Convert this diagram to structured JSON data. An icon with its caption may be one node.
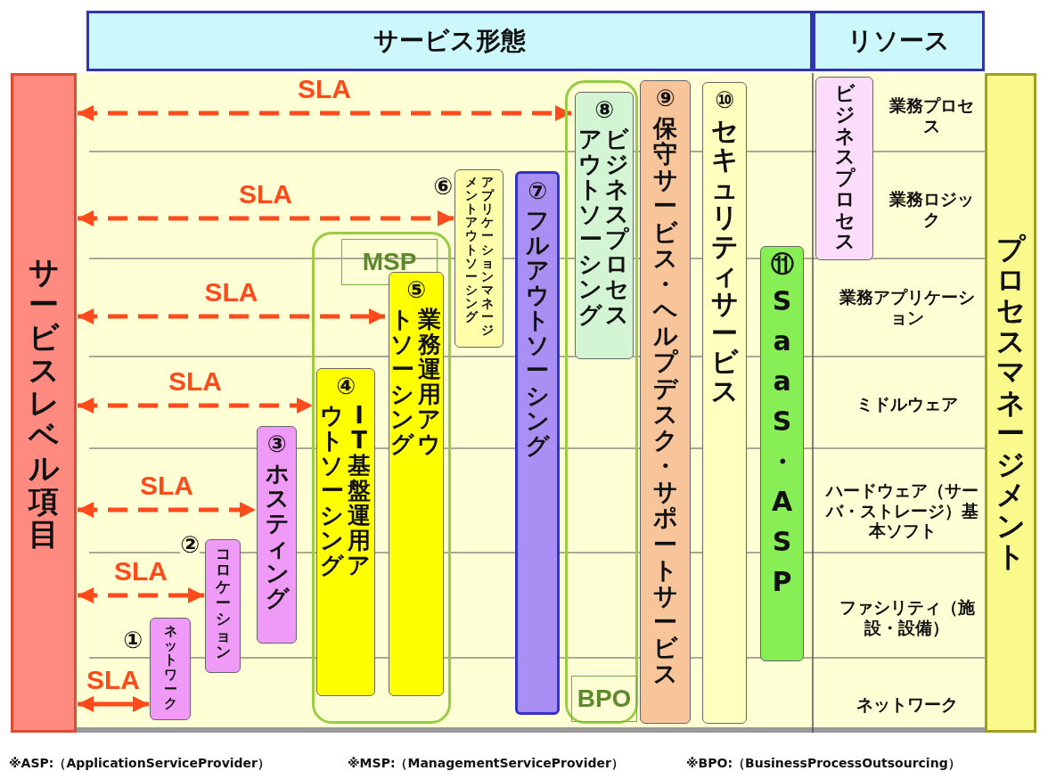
{
  "diagram": {
    "nodes": [
      {
        "text": [
          "サービス形態"
        ]
      },
      {
        "text": [
          "リソース"
        ]
      },
      {
        "text": [
          "サービスレベル項目"
        ]
      },
      {
        "text": [
          "プロセスマネージメント"
        ]
      },
      {
        "text": [
          "MSP"
        ]
      },
      {
        "text": [
          "BPO"
        ]
      },
      {
        "text": [
          "ネットワーク"
        ],
        "beside": [
          "①"
        ]
      },
      {
        "text": [
          "コロケーション"
        ],
        "beside": [
          "②"
        ]
      },
      {
        "text": [
          "③",
          "ホスティング"
        ]
      },
      {
        "text": [
          "④",
          "IT基盤運用アウトソーシング"
        ],
        "in": 4
      },
      {
        "text": [
          "⑤",
          "業務運用アウトソーシング"
        ],
        "in": 4
      },
      {
        "text": [
          "アプリケーションマネージメントアウトソーシング"
        ],
        "beside": [
          "⑥"
        ]
      },
      {
        "text": [
          "⑦",
          "フルアウトソーシング"
        ]
      },
      {
        "text": [
          "⑧",
          "ビジネスプロセスアウトソーシング"
        ],
        "in": 5
      },
      {
        "text": [
          "⑨",
          "保守サービス・ヘルプデスク・サポートサービス"
        ]
      },
      {
        "text": [
          "⑩",
          "セキュリティサービス"
        ]
      },
      {
        "text": [
          "⑪",
          "SaaS・ASP"
        ]
      },
      {
        "text": [
          "ビジネスプロセス"
        ]
      }
    ],
    "edges": [
      {
        "from": 2,
        "to": 13,
        "arrow": "both",
        "label": "SLA",
        "style": "dashed"
      },
      {
        "from": 2,
        "to": 11,
        "arrow": "both",
        "label": "SLA",
        "style": "dashed"
      },
      {
        "from": 2,
        "to": 10,
        "arrow": "both",
        "label": "SLA",
        "style": "dashed"
      },
      {
        "from": 2,
        "to": 9,
        "arrow": "both",
        "label": "SLA",
        "style": "dashed"
      },
      {
        "from": 2,
        "to": 8,
        "arrow": "both",
        "label": "SLA",
        "style": "dashed"
      },
      {
        "from": 2,
        "to": 7,
        "arrow": "both",
        "label": "SLA",
        "style": "dashed"
      },
      {
        "from": 2,
        "to": 6,
        "arrow": "both",
        "label": "SLA"
      }
    ],
    "labels": [
      "業務プロセス",
      "業務ロジック",
      "業務アプリケーション",
      "ミドルウェア",
      "ハードウェア（サーバ・ストレージ）基本ソフト",
      "ファシリティ（施設・設備）",
      "ネットワーク",
      "※ASP:（ApplicationServiceProvider）",
      "※MSP:（ManagementServiceProvider）",
      "※BPO:（BusinessProcessOutsourcing）"
    ]
  }
}
